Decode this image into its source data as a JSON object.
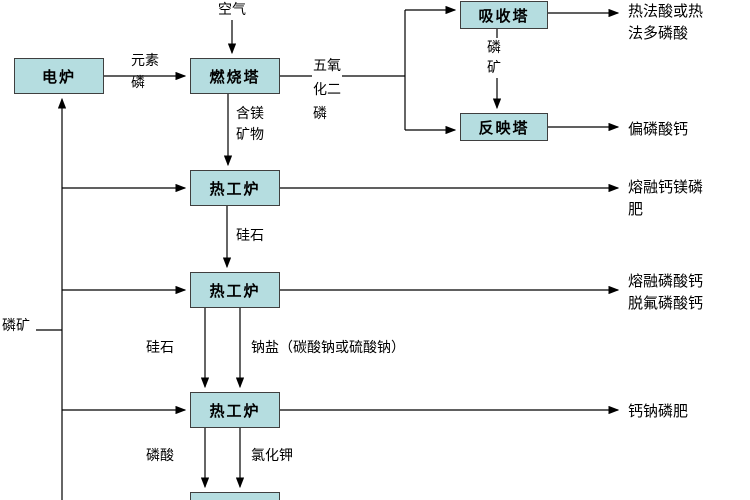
{
  "colors": {
    "background": "#ffffff",
    "box_fill": "#b5dde0",
    "box_border": "#3f3f3f",
    "line": "#000000",
    "text": "#000000"
  },
  "boxes": {
    "electric_furnace": {
      "label": "电炉"
    },
    "combustion_tower": {
      "label": "燃烧塔"
    },
    "absorption_tower": {
      "label": "吸收塔"
    },
    "reaction_tower": {
      "label": "反映塔"
    },
    "thermal_furnace_1": {
      "label": "热工炉"
    },
    "thermal_furnace_2": {
      "label": "热工炉"
    },
    "thermal_furnace_3": {
      "label": "热工炉"
    }
  },
  "flow_labels": {
    "air": "空气",
    "elemental_phosphorus": {
      "line1": "元素",
      "line2": "磷"
    },
    "phosphorus_pentoxide": {
      "line1": "五氧",
      "line2": "化二",
      "line3": "磷"
    },
    "phosphate_ore_mid": {
      "line1": "磷",
      "line2": "矿"
    },
    "magnesium_minerals": {
      "line1": "含镁",
      "line2": "矿物"
    },
    "silica_upper": "硅石",
    "silica_lower": "硅石",
    "sodium_salt": "钠盐（碳酸钠或硫酸钠）",
    "phosphoric_acid": "磷酸",
    "potassium_chloride": "氯化钾",
    "phosphate_ore_left": "磷矿"
  },
  "outputs": {
    "thermal_acid": {
      "line1": "热法酸或热",
      "line2": "法多磷酸"
    },
    "calcium_metaphosphate": "偏磷酸钙",
    "fused_ca_mg_fertilizer": {
      "line1": "熔融钙镁磷",
      "line2": "肥"
    },
    "fused_defluorinated": {
      "line1": "熔融磷酸钙",
      "line2": "脱氟磷酸钙"
    },
    "ca_na_fertilizer": "钙钠磷肥"
  }
}
